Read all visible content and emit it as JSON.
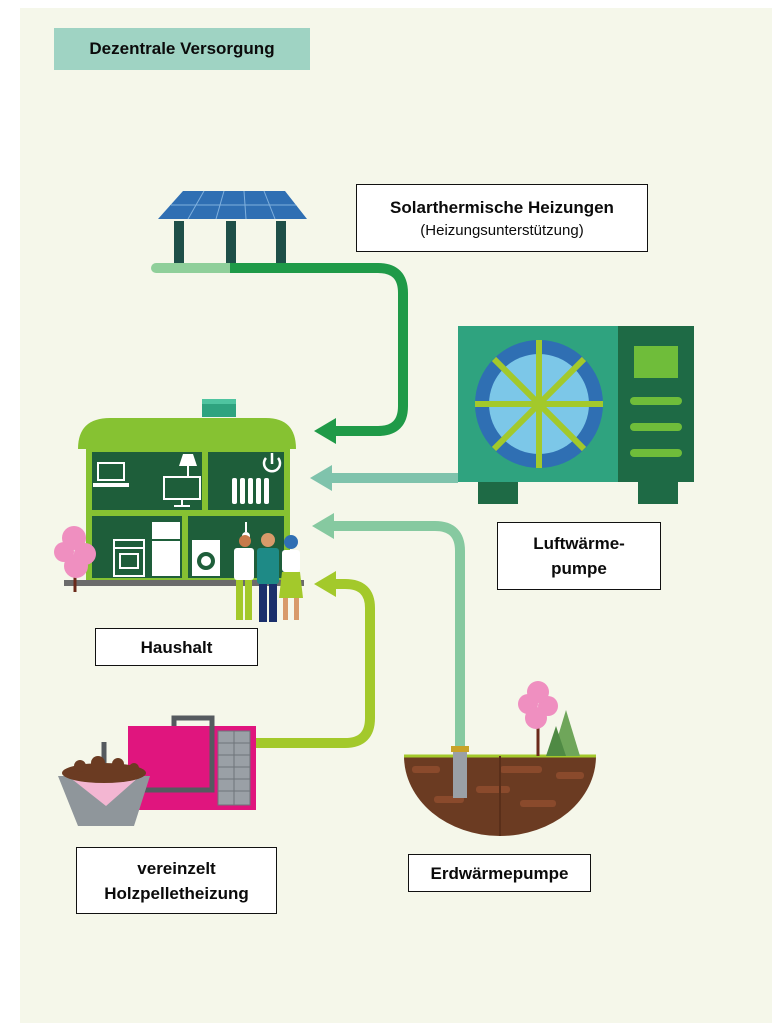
{
  "title": "Dezentrale Versorgung",
  "labels": {
    "solar_line1": "Solarthermische Heizungen",
    "solar_line2": "(Heizungsunterstützung)",
    "air_line1": "Luftwärme-",
    "air_line2": "pumpe",
    "household": "Haushalt",
    "pellet_line1": "vereinzelt",
    "pellet_line2": "Holzpelletheizung",
    "ground": "Erdwärmepumpe"
  },
  "colors": {
    "background": "#f5f7ea",
    "title_bg": "#9fd3c3",
    "solar_arrow": "#1f9a48",
    "air_arrow": "#7fc3ac",
    "ground_arrow": "#86c9a0",
    "pellet_arrow": "#a3c92b",
    "house_roof": "#86c232",
    "house_body": "#1e5e3a",
    "heat_pump": "#2fa37f",
    "pellet_box": "#e0157e",
    "soil": "#6b3b22"
  },
  "icons": [
    "solar-panel-icon",
    "heat-pump-icon",
    "house-icon",
    "tree-icon",
    "people-icon",
    "pellet-heater-icon",
    "ground-probe-icon"
  ]
}
